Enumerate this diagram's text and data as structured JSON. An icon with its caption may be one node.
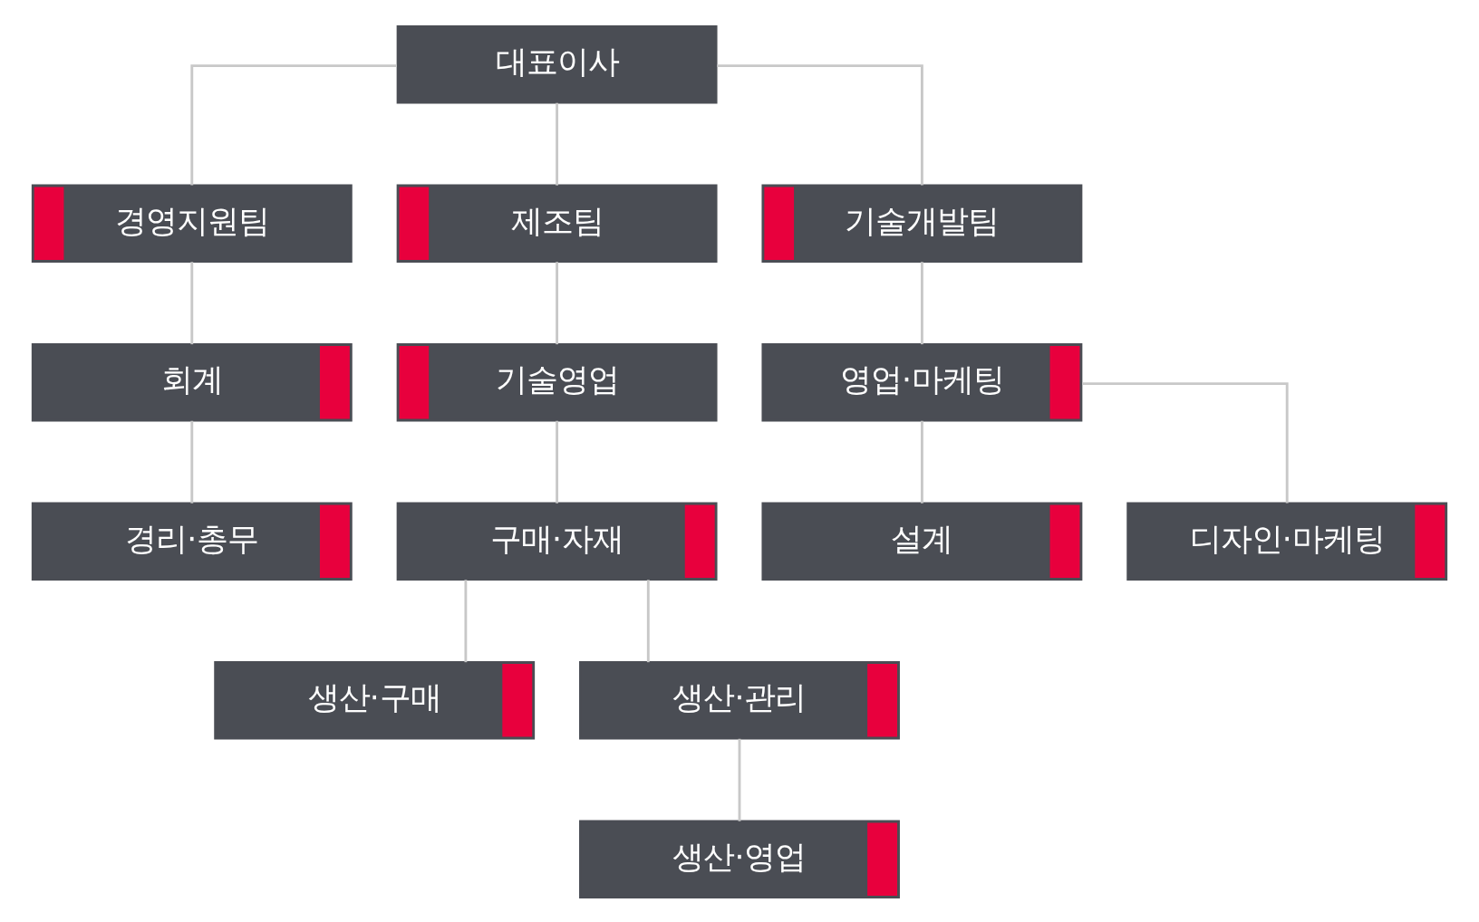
{
  "diagram": {
    "nodes": [
      {
        "text": [
          "대표이사"
        ]
      },
      {
        "text": [
          "경영지원팀"
        ]
      },
      {
        "text": [
          "제조팀"
        ]
      },
      {
        "text": [
          "기술개발팀"
        ]
      },
      {
        "text": [
          "회계"
        ]
      },
      {
        "text": [
          "경리·총무"
        ]
      },
      {
        "text": [
          "기술영업"
        ]
      },
      {
        "text": [
          "구매·자재"
        ]
      },
      {
        "text": [
          "영업·마케팅"
        ]
      },
      {
        "text": [
          "설계"
        ]
      },
      {
        "text": [
          "디자인·마케팅"
        ]
      },
      {
        "text": [
          "생산·구매"
        ]
      },
      {
        "text": [
          "생산·관리"
        ]
      },
      {
        "text": [
          "생산·영업"
        ]
      }
    ],
    "edges": [
      {
        "from": 0,
        "to": 1,
        "arrow": "none"
      },
      {
        "from": 0,
        "to": 2,
        "arrow": "none"
      },
      {
        "from": 0,
        "to": 3,
        "arrow": "none"
      },
      {
        "from": 1,
        "to": 4,
        "arrow": "none"
      },
      {
        "from": 4,
        "to": 5,
        "arrow": "none"
      },
      {
        "from": 2,
        "to": 6,
        "arrow": "none"
      },
      {
        "from": 6,
        "to": 7,
        "arrow": "none"
      },
      {
        "from": 3,
        "to": 8,
        "arrow": "none"
      },
      {
        "from": 8,
        "to": 9,
        "arrow": "none"
      },
      {
        "from": 8,
        "to": 10,
        "arrow": "none"
      },
      {
        "from": 7,
        "to": 11,
        "arrow": "none"
      },
      {
        "from": 7,
        "to": 12,
        "arrow": "none"
      },
      {
        "from": 12,
        "to": 13,
        "arrow": "none"
      }
    ]
  }
}
